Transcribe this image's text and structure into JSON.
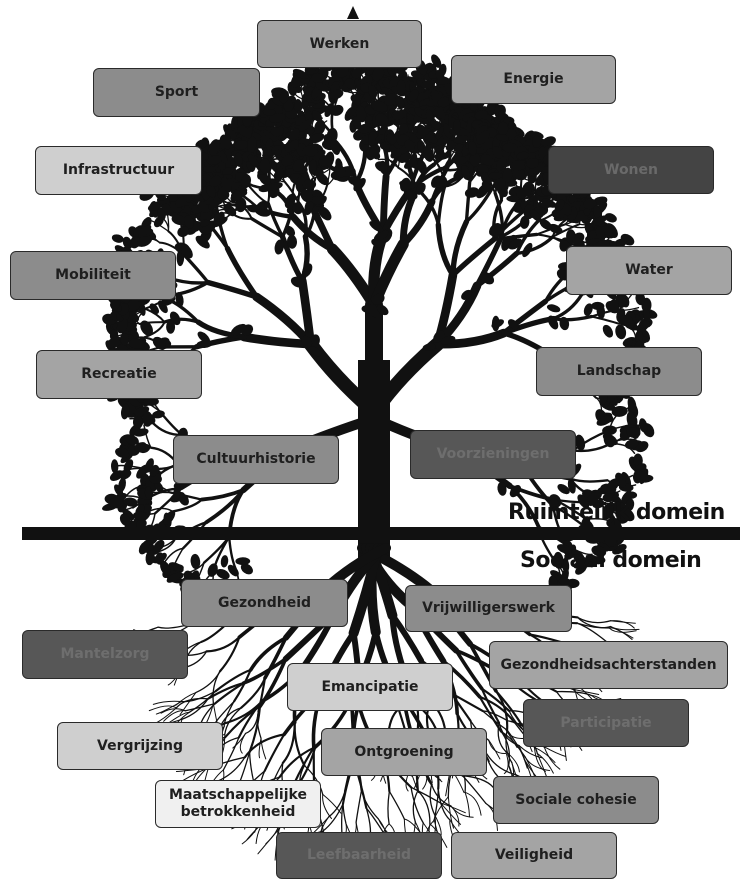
{
  "domains": {
    "upper": "Ruimtelijk domein",
    "lower": "Sociaal domein"
  },
  "upper_labels": [
    "Werken",
    "Sport",
    "Energie",
    "Infrastructuur",
    "Wonen",
    "Mobiliteit",
    "Water",
    "Recreatie",
    "Landschap",
    "Cultuurhistorie",
    "Voorzieningen"
  ],
  "lower_labels": [
    "Gezondheid",
    "Vrijwilligerswerk",
    "Mantelzorg",
    "Gezondheidsachterstanden",
    "Emancipatie",
    "Participatie",
    "Vergrijzing",
    "Ontgroening",
    "Maatschappelijke\nbetrokkenheid",
    "Sociale cohesie",
    "Leefbaarheid",
    "Veiligheid"
  ]
}
